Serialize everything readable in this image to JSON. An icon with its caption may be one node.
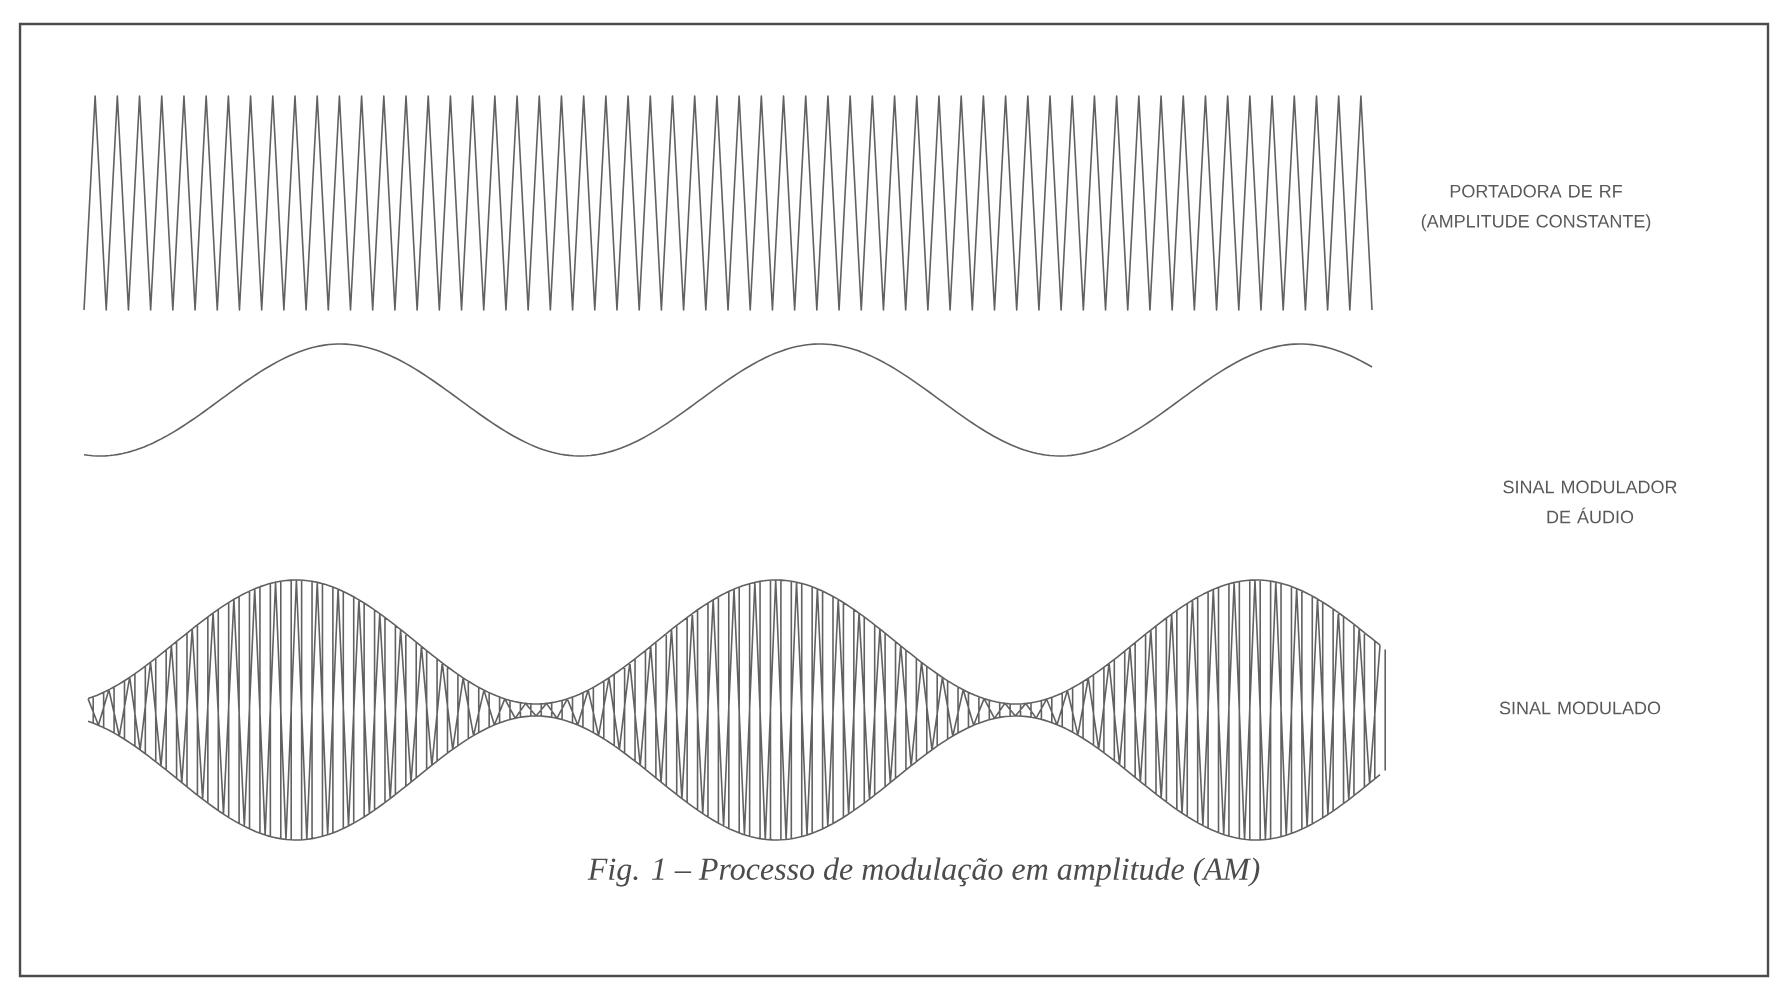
{
  "diagram": {
    "caption": "Fig. 1 – Processo de modulação em amplitude (AM)",
    "labels": [
      "PORTADORA DE RF (AMPLITUDE CONSTANTE)",
      "SINAL MODULADOR DE ÁUDIO",
      "SINAL MODULADO"
    ]
  }
}
